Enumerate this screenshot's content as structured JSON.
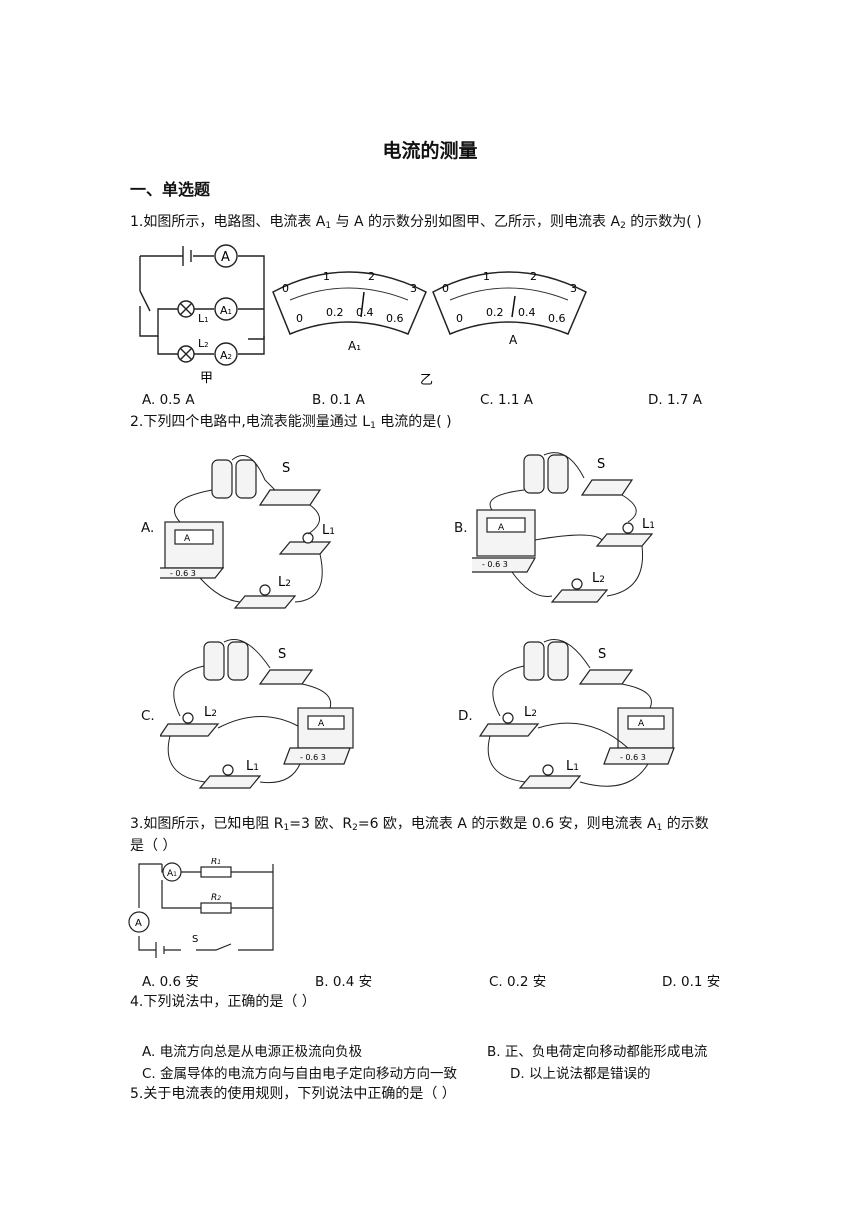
{
  "title": "电流的测量",
  "section": "一、单选题",
  "q1": {
    "pre": "1.如图所示，电路图、电流表 A",
    "s1": "1",
    "mid": " 与 A 的示数分别如图甲、乙所示，则电流表 A",
    "s2": "2",
    "post": " 的示数为(    )",
    "fig_jia": "甲",
    "fig_yi": "乙",
    "meter1_label": "A₁",
    "meter2_label": "A",
    "options": [
      "A. 0.5 A",
      "B. 0.1 A",
      "C. 1.1 A",
      "D. 1.7 A"
    ]
  },
  "q2": {
    "pre": "2.下列四个电路中,电流表能测量通过 L",
    "s1": "1",
    "post": " 电流的是(    )",
    "options": [
      "A.",
      "B.",
      "C.",
      "D."
    ]
  },
  "q3": {
    "line1_pre": "3.如图所示，已知电阻 R",
    "s1": "1",
    "line1_mid": "=3 欧、R",
    "s2": "2",
    "line1_mid2": "=6 欧，电流表 A 的示数是 0.6 安，则电流表 A",
    "s3": "1",
    "line1_post": " 的示数",
    "line2": "是（    ）",
    "options": [
      "A. 0.6 安",
      "B. 0.4 安",
      "C. 0.2 安",
      "D. 0.1 安"
    ]
  },
  "q4": {
    "text": "4.下列说法中，正确的是（    ）",
    "options": [
      "A. 电流方向总是从电源正极流向负极",
      "B. 正、负电荷定向移动都能形成电流",
      "C. 金属导体的电流方向与自由电子定向移动方向一致",
      "D. 以上说法都是错误的"
    ]
  },
  "q5": {
    "text": "5.关于电流表的使用规则，下列说法中正确的是（    ）"
  }
}
